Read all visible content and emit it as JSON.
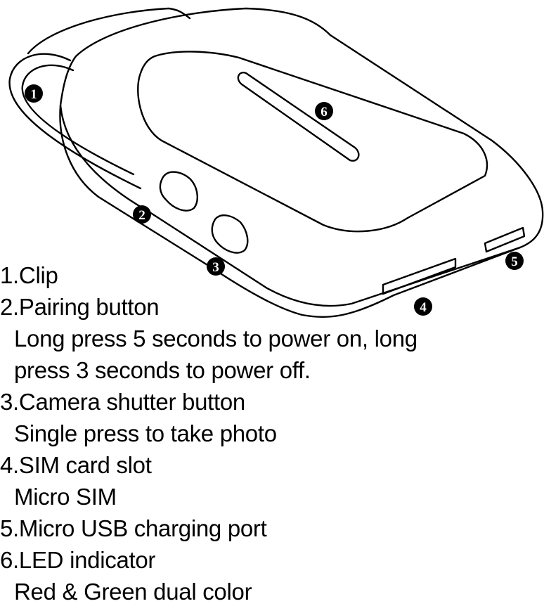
{
  "diagram": {
    "callouts": [
      "1",
      "2",
      "3",
      "4",
      "5",
      "6"
    ],
    "legend": [
      {
        "label": "1.Clip"
      },
      {
        "label": "2.Pairing button",
        "desc": [
          "Long press 5 seconds to power on, long",
          "press 3 seconds to power off."
        ]
      },
      {
        "label": "3.Camera shutter button",
        "desc": [
          "Single press to take photo"
        ]
      },
      {
        "label": "4.SIM card slot",
        "desc": [
          "Micro SIM"
        ]
      },
      {
        "label": "5.Micro USB charging port"
      },
      {
        "label": "6.LED indicator",
        "desc": [
          "Red & Green dual color"
        ]
      }
    ]
  }
}
